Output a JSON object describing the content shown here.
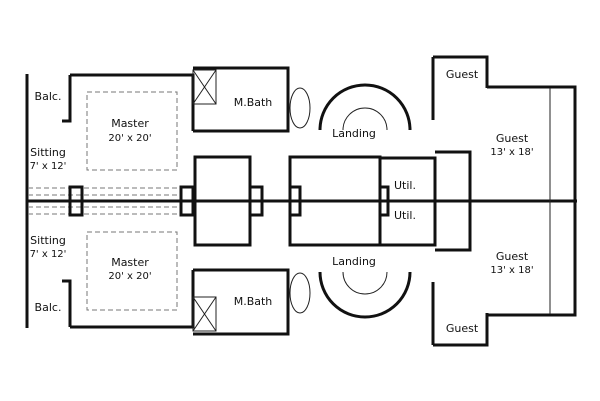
{
  "rooms": {
    "balc_top": "Balc.",
    "master_top": "Master",
    "master_top_dim": "20' x 20'",
    "sitting_top": "Sitting",
    "sitting_top_dim": "7' x 12'",
    "mbath_top": "M.Bath",
    "landing_top": "Landing",
    "guest_bath_top": "Guest",
    "guest_top": "Guest",
    "guest_top_dim": "13' x 18'",
    "util_top": "Util.",
    "util_bottom": "Util.",
    "sitting_bottom": "Sitting",
    "sitting_bottom_dim": "7' x 12'",
    "master_bottom": "Master",
    "master_bottom_dim": "20' x 20'",
    "balc_bottom": "Balc.",
    "mbath_bottom": "M.Bath",
    "landing_bottom": "Landing",
    "guest_bottom": "Guest",
    "guest_bottom_dim": "13' x 18'",
    "guest_bath_bottom": "Guest"
  }
}
